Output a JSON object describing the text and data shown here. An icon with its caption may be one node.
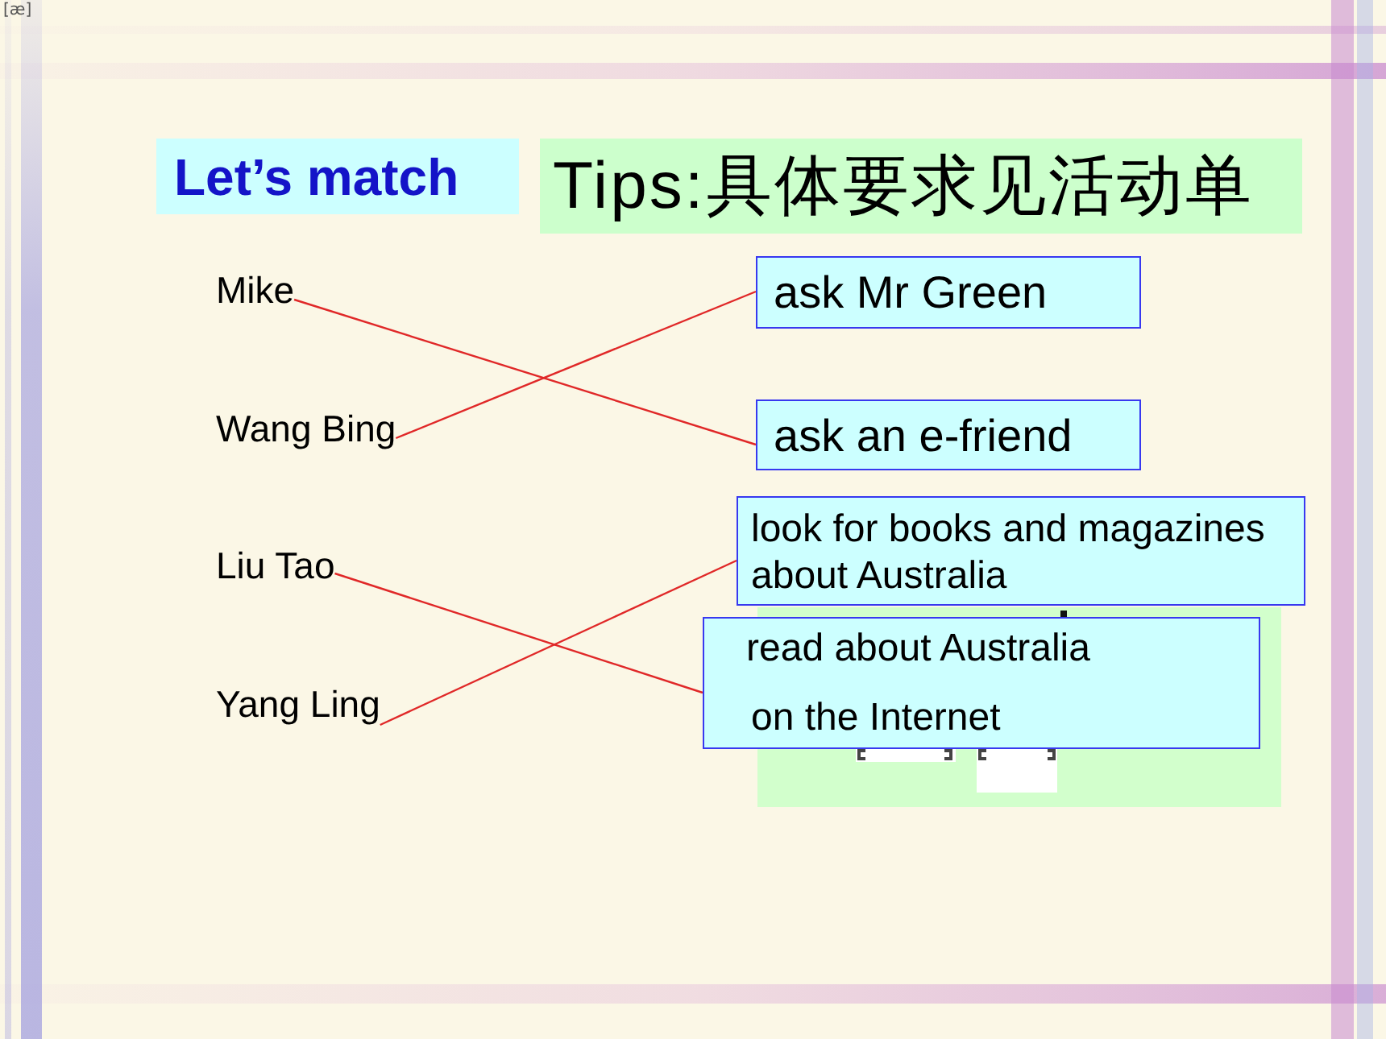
{
  "diagram": {
    "nodes": [
      {
        "text": [
          "Let’s match"
        ]
      },
      {
        "text": [
          "Tips:具体要求见活动单"
        ]
      },
      {
        "text": [
          "Mike"
        ]
      },
      {
        "text": [
          "Wang Bing"
        ]
      },
      {
        "text": [
          "Liu Tao"
        ]
      },
      {
        "text": [
          "Yang Ling"
        ]
      },
      {
        "text": [
          "ask Mr Green"
        ]
      },
      {
        "text": [
          "ask an e-friend"
        ]
      },
      {
        "text": [
          "look for books and magazines about Australia"
        ]
      },
      {
        "text": [
          "read about Australia",
          "on the Internet"
        ]
      }
    ],
    "edges": [
      {
        "from": 2,
        "to": 7,
        "arrow": "none"
      },
      {
        "from": 3,
        "to": 6,
        "arrow": "none"
      },
      {
        "from": 4,
        "to": 9,
        "arrow": "none"
      },
      {
        "from": 5,
        "to": 8,
        "arrow": "none"
      }
    ],
    "labels": [
      "[æ]"
    ]
  }
}
